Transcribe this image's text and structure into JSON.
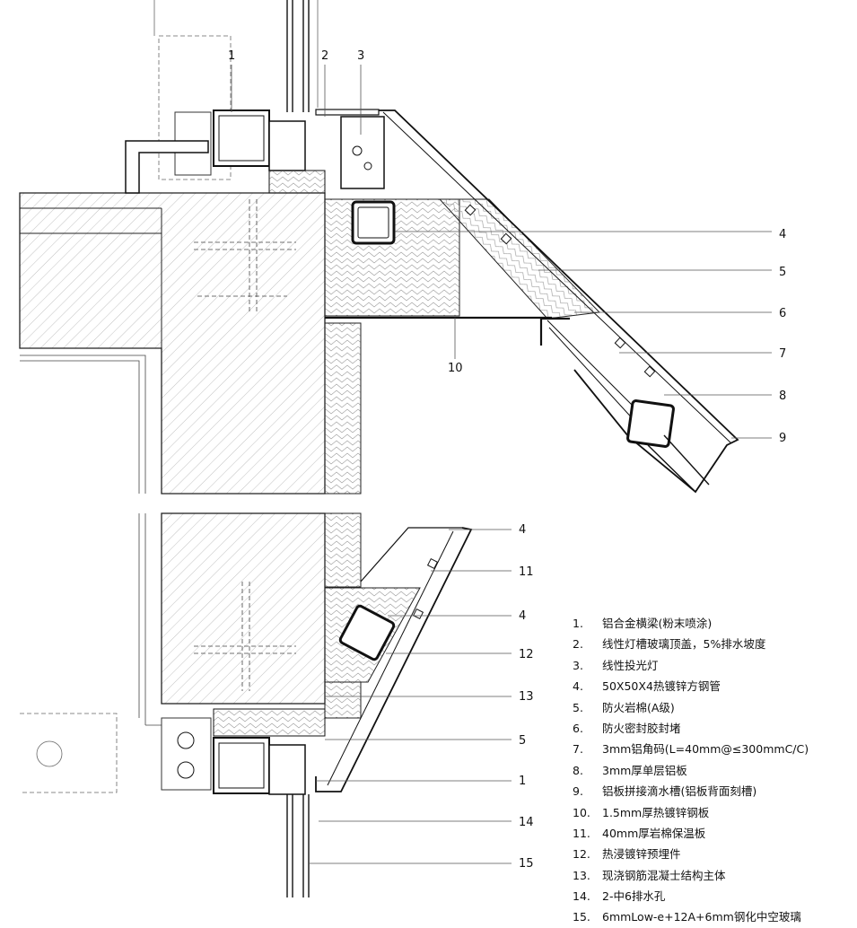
{
  "callouts_top": [
    "1",
    "2",
    "3",
    "4",
    "5",
    "6",
    "7",
    "8",
    "9",
    "10"
  ],
  "callouts_bottom": [
    "4",
    "11",
    "4",
    "12",
    "13",
    "5",
    "1",
    "14",
    "15"
  ],
  "legend": [
    {
      "num": "1.",
      "text": "铝合金横梁(粉末喷涂)"
    },
    {
      "num": "2.",
      "text": "线性灯槽玻璃顶盖，5%排水坡度"
    },
    {
      "num": "3.",
      "text": "线性投光灯"
    },
    {
      "num": "4.",
      "text": "50X50X4热镀锌方钢管"
    },
    {
      "num": "5.",
      "text": "防火岩棉(A级)"
    },
    {
      "num": "6.",
      "text": "防火密封胶封堵"
    },
    {
      "num": "7.",
      "text": "3mm铝角码(L=40mm@≤300mmC/C)"
    },
    {
      "num": "8.",
      "text": "3mm厚单层铝板"
    },
    {
      "num": "9.",
      "text": "铝板拼接滴水槽(铝板背面刻槽)"
    },
    {
      "num": "10.",
      "text": "1.5mm厚热镀锌钢板"
    },
    {
      "num": "11.",
      "text": "40mm厚岩棉保温板"
    },
    {
      "num": "12.",
      "text": "热浸镀锌预埋件"
    },
    {
      "num": "13.",
      "text": "现浇钢筋混凝士结构主体"
    },
    {
      "num": "14.",
      "text": "2-中6排水孔"
    },
    {
      "num": "15.",
      "text": "6mmLow-e+12A+6mm钢化中空玻璃"
    }
  ]
}
